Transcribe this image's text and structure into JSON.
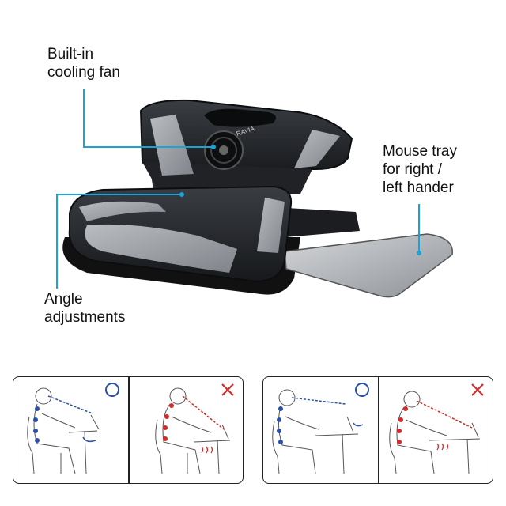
{
  "callouts": {
    "cooling_fan": "Built-in\ncooling fan",
    "mouse_tray": "Mouse tray\nfor right /\nleft hander",
    "angle": "Angle\nadjustments"
  },
  "brand_label": "RAVIA",
  "icons": {
    "good": "circle-icon",
    "bad": "cross-icon"
  },
  "colors": {
    "accent_line": "#1aa3d6",
    "good_mark": "#2b4fa8",
    "bad_mark": "#d32a2a",
    "spine_good": "#2b4fa8",
    "spine_bad": "#d32a2a"
  }
}
